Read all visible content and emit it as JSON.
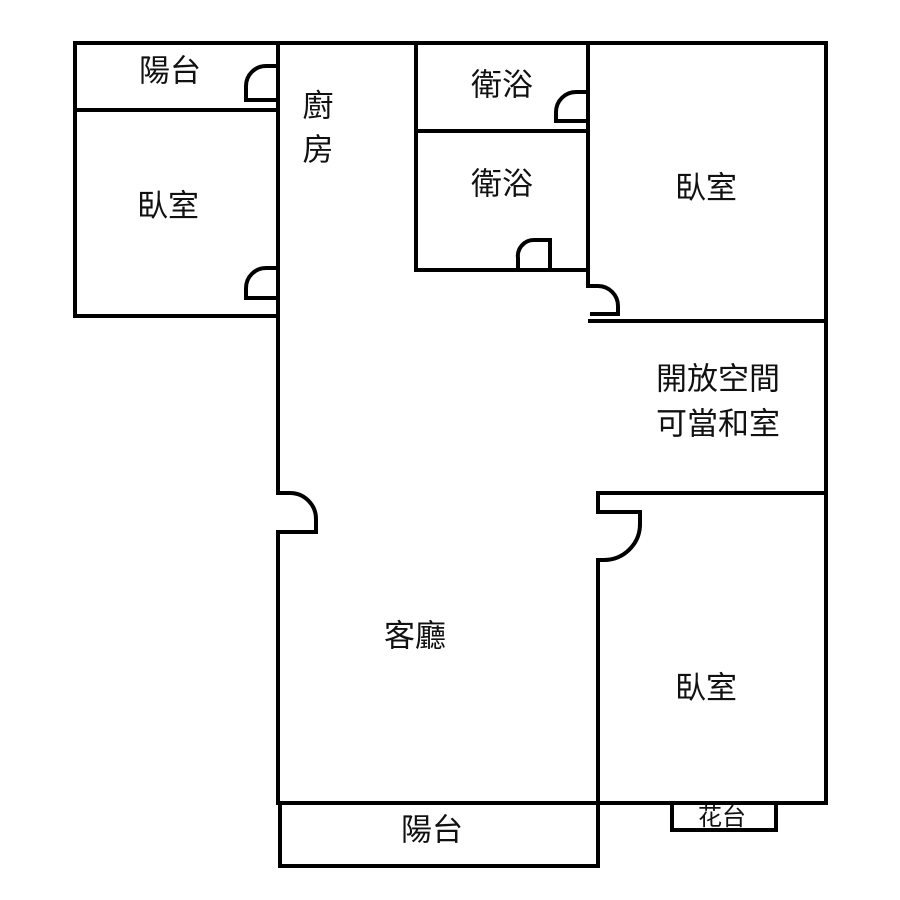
{
  "rooms": {
    "balcony_top_left": "陽台",
    "bedroom_left": "臥室",
    "kitchen_line1": "廚",
    "kitchen_line2": "房",
    "bath_upper": "衛浴",
    "bath_lower": "衛浴",
    "bedroom_right_top": "臥室",
    "open_space_line1": "開放空間",
    "open_space_line2": "可當和室",
    "living_room": "客廳",
    "bedroom_right_bottom": "臥室",
    "balcony_bottom": "陽台",
    "flower_bed": "花台"
  }
}
